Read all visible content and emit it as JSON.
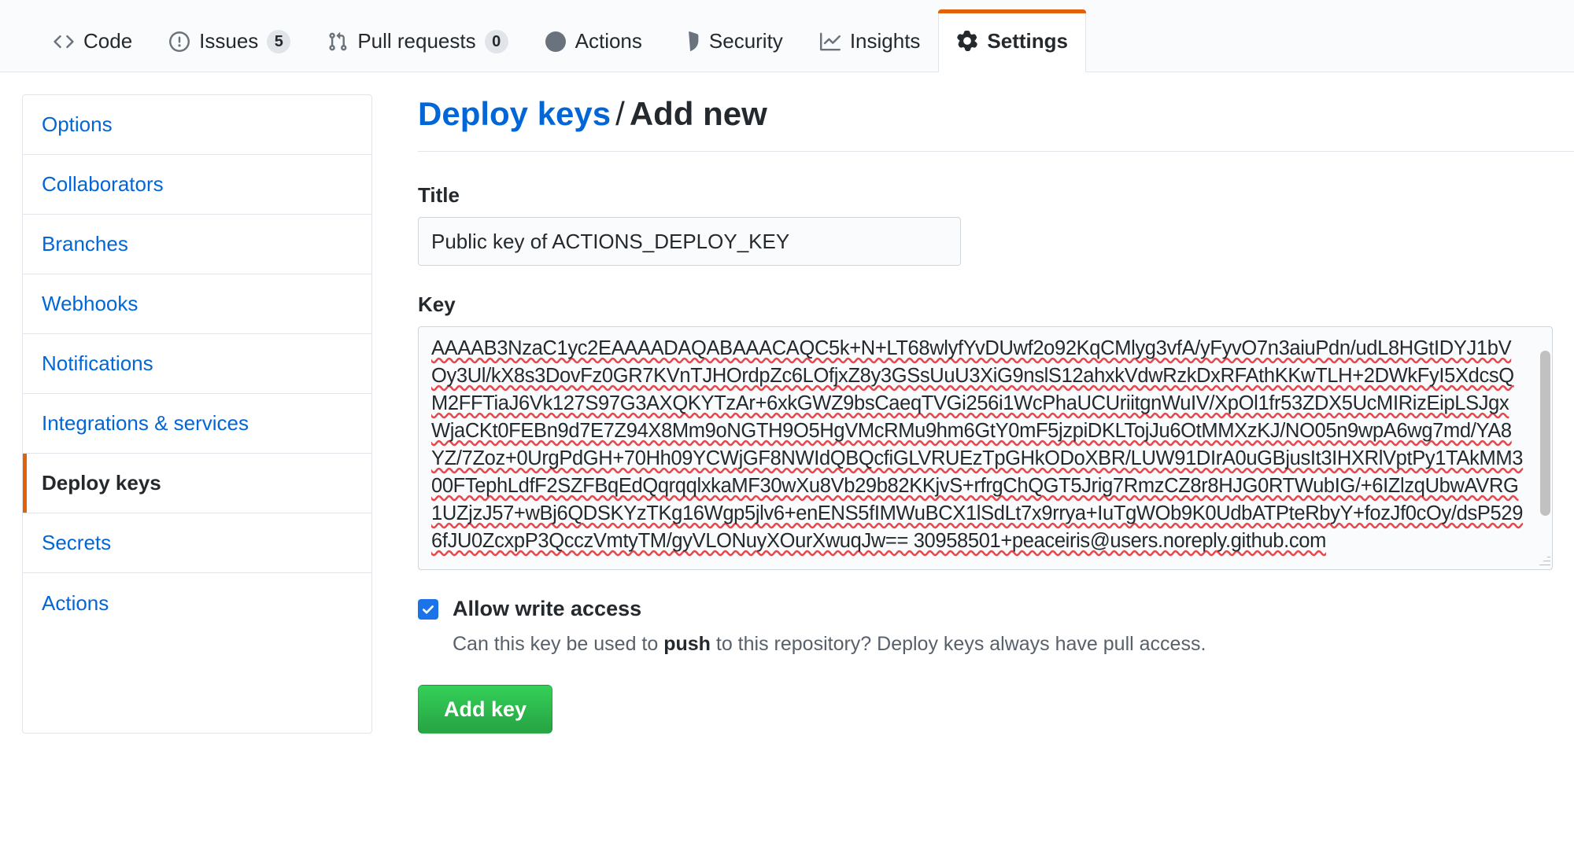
{
  "nav": {
    "tabs": [
      {
        "label": "Code",
        "icon": "code-icon",
        "counter": null,
        "active": false
      },
      {
        "label": "Issues",
        "icon": "issue-opened-icon",
        "counter": "5",
        "active": false
      },
      {
        "label": "Pull requests",
        "icon": "git-pull-request-icon",
        "counter": "0",
        "active": false
      },
      {
        "label": "Actions",
        "icon": "play-icon",
        "counter": null,
        "active": false
      },
      {
        "label": "Security",
        "icon": "shield-icon",
        "counter": null,
        "active": false
      },
      {
        "label": "Insights",
        "icon": "graph-icon",
        "counter": null,
        "active": false
      },
      {
        "label": "Settings",
        "icon": "gear-icon",
        "counter": null,
        "active": true
      }
    ]
  },
  "sidebar": {
    "items": [
      {
        "label": "Options",
        "active": false
      },
      {
        "label": "Collaborators",
        "active": false
      },
      {
        "label": "Branches",
        "active": false
      },
      {
        "label": "Webhooks",
        "active": false
      },
      {
        "label": "Notifications",
        "active": false
      },
      {
        "label": "Integrations & services",
        "active": false
      },
      {
        "label": "Deploy keys",
        "active": true
      },
      {
        "label": "Secrets",
        "active": false
      },
      {
        "label": "Actions",
        "active": false
      }
    ]
  },
  "main": {
    "heading": {
      "link": "Deploy keys",
      "separator": "/",
      "current": "Add new"
    },
    "title_field": {
      "label": "Title",
      "value": "Public key of ACTIONS_DEPLOY_KEY",
      "placeholder": ""
    },
    "key_field": {
      "label": "Key",
      "value": "AAAAB3NzaC1yc2EAAAADAQABAAACAQC5k+N+LT68wlyfYvDUwf2o92KqCMlyg3vfA/yFyvO7n3aiuPdn/udL8HGtIDYJ1bVOy3Ul/kX8s3DovFz0GR7KVnTJHOrdpZc6LOfjxZ8y3GSsUuU3XiG9nslS12ahxkVdwRzkDxRFAthKKwTLH+2DWkFyI5XdcsQM2FFTiaJ6Vk127S97G3AXQKYTzAr+6xkGWZ9bsCaeqTVGi256i1WcPhaUCUriitgnWuIV/XpOl1fr53ZDX5UcMIRizEipLSJgxWjaCKt0FEBn9d7E7Z94X8Mm9oNGTH9O5HgVMcRMu9hm6GtY0mF5jzpiDKLTojJu6OtMMXzKJ/NO05n9wpA6wg7md/YA8YZ/7Zoz+0UrgPdGH+70Hh09YCWjGF8NWIdQBQcfiGLVRUEzTpGHkODoXBR/LUW91DIrA0uGBjusIt3IHXRlVptPy1TAkMM300FTephLdfF2SZFBqEdQqrqqlxkaMF30wXu8Vb29b82KKjvS+rfrgChQGT5Jrig7RmzCZ8r8HJG0RTWubIG/+6IZlzqUbwAVRG1UZjzJ57+wBj6QDSKYzTKg16Wgp5jlv6+enENS5fIMWuBCX1lSdLt7x9rrya+IuTgWOb9K0UdbATPteRbyY+fozJf0cOy/dsP5296fJU0ZcxpP3QcczVmtyTM/gyVLONuyXOurXwuqJw== 30958501+peaceiris@users.noreply.github.com"
    },
    "write_access": {
      "checked": true,
      "label": "Allow write access",
      "note_prefix": "Can this key be used to ",
      "note_emphasis": "push",
      "note_suffix": " to this repository? Deploy keys always have pull access."
    },
    "submit_label": "Add key"
  },
  "colors": {
    "accent_orange": "#e36209",
    "link_blue": "#0366d6",
    "button_green": "#28a745",
    "checkbox_blue": "#1a73e8",
    "spellcheck_red": "#e5484d",
    "border": "#e1e4e8",
    "text": "#24292e"
  }
}
